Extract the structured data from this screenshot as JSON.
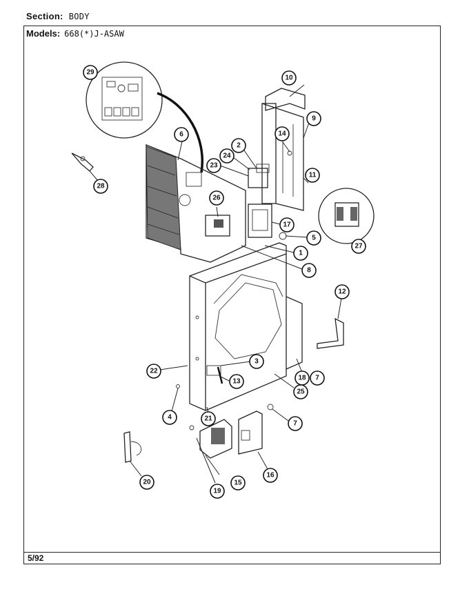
{
  "header": {
    "section_label": "Section:",
    "section_value": "BODY",
    "models_label": "Models:",
    "models_value": "668(*)J-ASAW"
  },
  "footer": {
    "date": "5/92"
  },
  "callouts": [
    {
      "id": "c29",
      "label": "29"
    },
    {
      "id": "c10",
      "label": "10"
    },
    {
      "id": "c9",
      "label": "9"
    },
    {
      "id": "c6",
      "label": "6"
    },
    {
      "id": "c14",
      "label": "14"
    },
    {
      "id": "c2",
      "label": "2"
    },
    {
      "id": "c24",
      "label": "24"
    },
    {
      "id": "c23",
      "label": "23"
    },
    {
      "id": "c28",
      "label": "28"
    },
    {
      "id": "c11",
      "label": "11"
    },
    {
      "id": "c26",
      "label": "26"
    },
    {
      "id": "c17",
      "label": "17"
    },
    {
      "id": "c27",
      "label": "27"
    },
    {
      "id": "c5",
      "label": "5"
    },
    {
      "id": "c1",
      "label": "1"
    },
    {
      "id": "c8",
      "label": "8"
    },
    {
      "id": "c12",
      "label": "12"
    },
    {
      "id": "c3",
      "label": "3"
    },
    {
      "id": "c22",
      "label": "22"
    },
    {
      "id": "c18",
      "label": "18"
    },
    {
      "id": "c7a",
      "label": "7"
    },
    {
      "id": "c13",
      "label": "13"
    },
    {
      "id": "c25",
      "label": "25"
    },
    {
      "id": "c4",
      "label": "4"
    },
    {
      "id": "c21",
      "label": "21"
    },
    {
      "id": "c7b",
      "label": "7"
    },
    {
      "id": "c16",
      "label": "16"
    },
    {
      "id": "c20",
      "label": "20"
    },
    {
      "id": "c15",
      "label": "15"
    },
    {
      "id": "c19",
      "label": "19"
    }
  ]
}
